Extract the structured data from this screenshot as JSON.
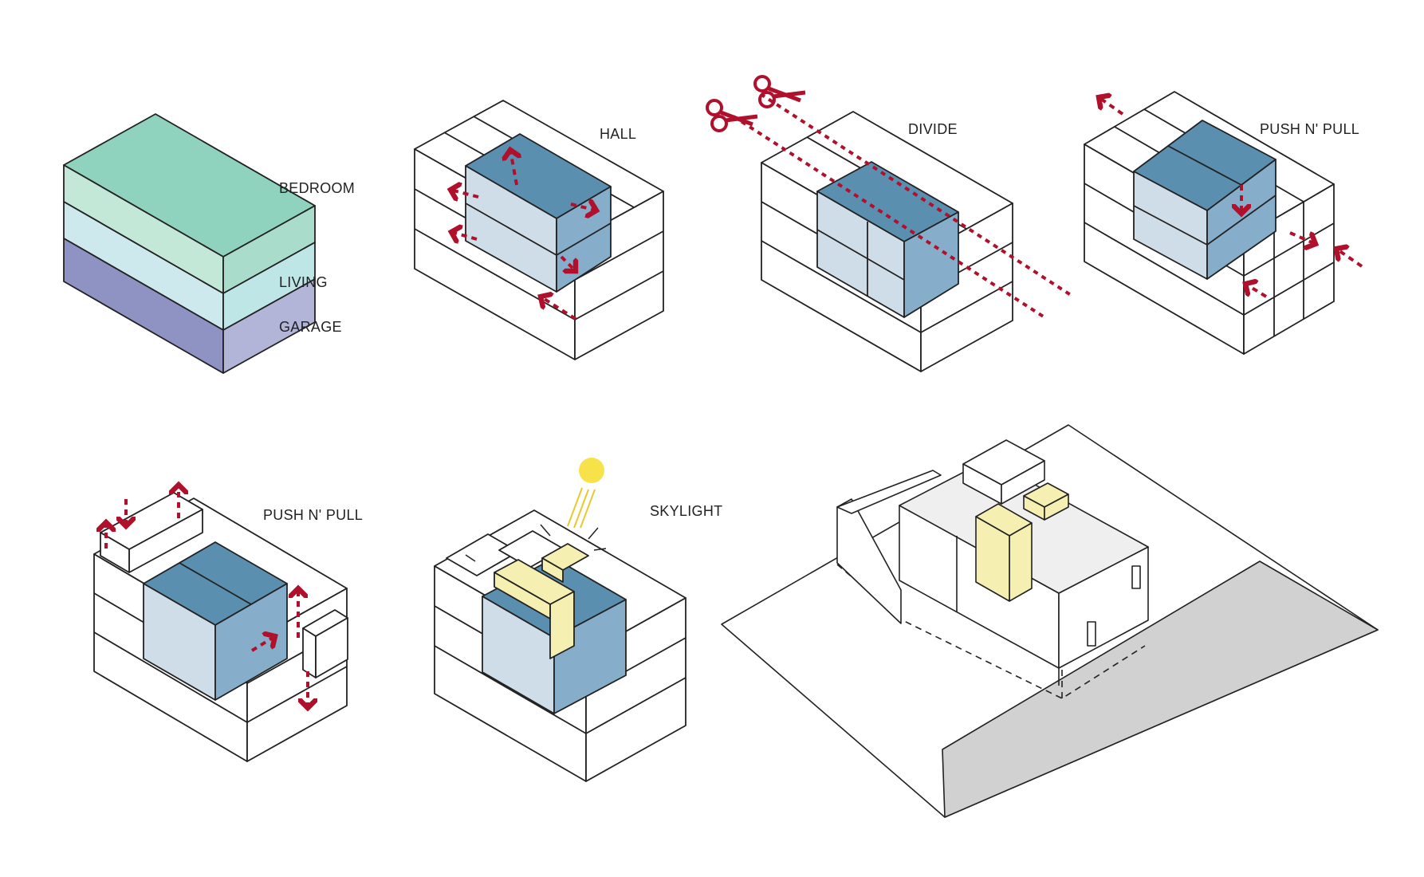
{
  "labels": {
    "bedroom": "BEDROOM",
    "living": "LIVING",
    "garage": "GARAGE",
    "hall": "HALL",
    "divide": "DIVIDE",
    "push_pull_1": "PUSH N' PULL",
    "push_pull_2": "PUSH N' PULL",
    "skylight": "SKYLIGHT"
  },
  "colors": {
    "bedroom": "#8fd3bf",
    "living": "#bfe6e7",
    "garage": "#8f93c3",
    "blue_dark": "#5b8fb0",
    "blue_mid": "#86aecb",
    "blue_light": "#cfdde9",
    "arrow_red": "#b0102b",
    "sun_yellow": "#f8e24a",
    "volume_yellow": "#f6efb2",
    "ground_grey": "#d1d1d1",
    "line": "#222222"
  },
  "icons": {
    "scissors": "scissors-icon",
    "sun": "sun-icon",
    "arrows": "arrow-icon"
  }
}
